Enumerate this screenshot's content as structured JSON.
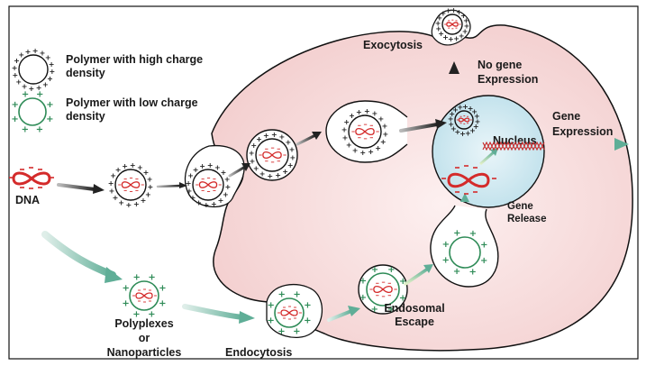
{
  "legend": {
    "high_charge": {
      "line1": "Polymer with high charge",
      "line2": "density",
      "icon": "high-charge-polymer-icon"
    },
    "low_charge": {
      "line1": "Polymer with low charge",
      "line2": "density",
      "icon": "low-charge-polymer-icon"
    }
  },
  "labels": {
    "dna": "DNA",
    "polyplexes_line1": "Polyplexes",
    "polyplexes_line2": "or",
    "polyplexes_line3": "Nanoparticles",
    "endocytosis": "Endocytosis",
    "endosomal_escape_line1": "Endosomal",
    "endosomal_escape_line2": "Escape",
    "gene_release_line1": "Gene",
    "gene_release_line2": "Release",
    "nucleus": "Nucleus",
    "gene_expression_line1": "Gene",
    "gene_expression_line2": "Expression",
    "no_gene_expression_line1": "No gene",
    "no_gene_expression_line2": "Expression",
    "exocytosis": "Exocytosis"
  },
  "colors": {
    "cell_fill": "#f6d7d7",
    "nucleus_fill": "#cfe8f0",
    "dna_red": "#d42b2b",
    "low_charge_green": "#2e8b57",
    "arrow_dark": "#333333",
    "arrow_teal": "#6fb5a2"
  }
}
